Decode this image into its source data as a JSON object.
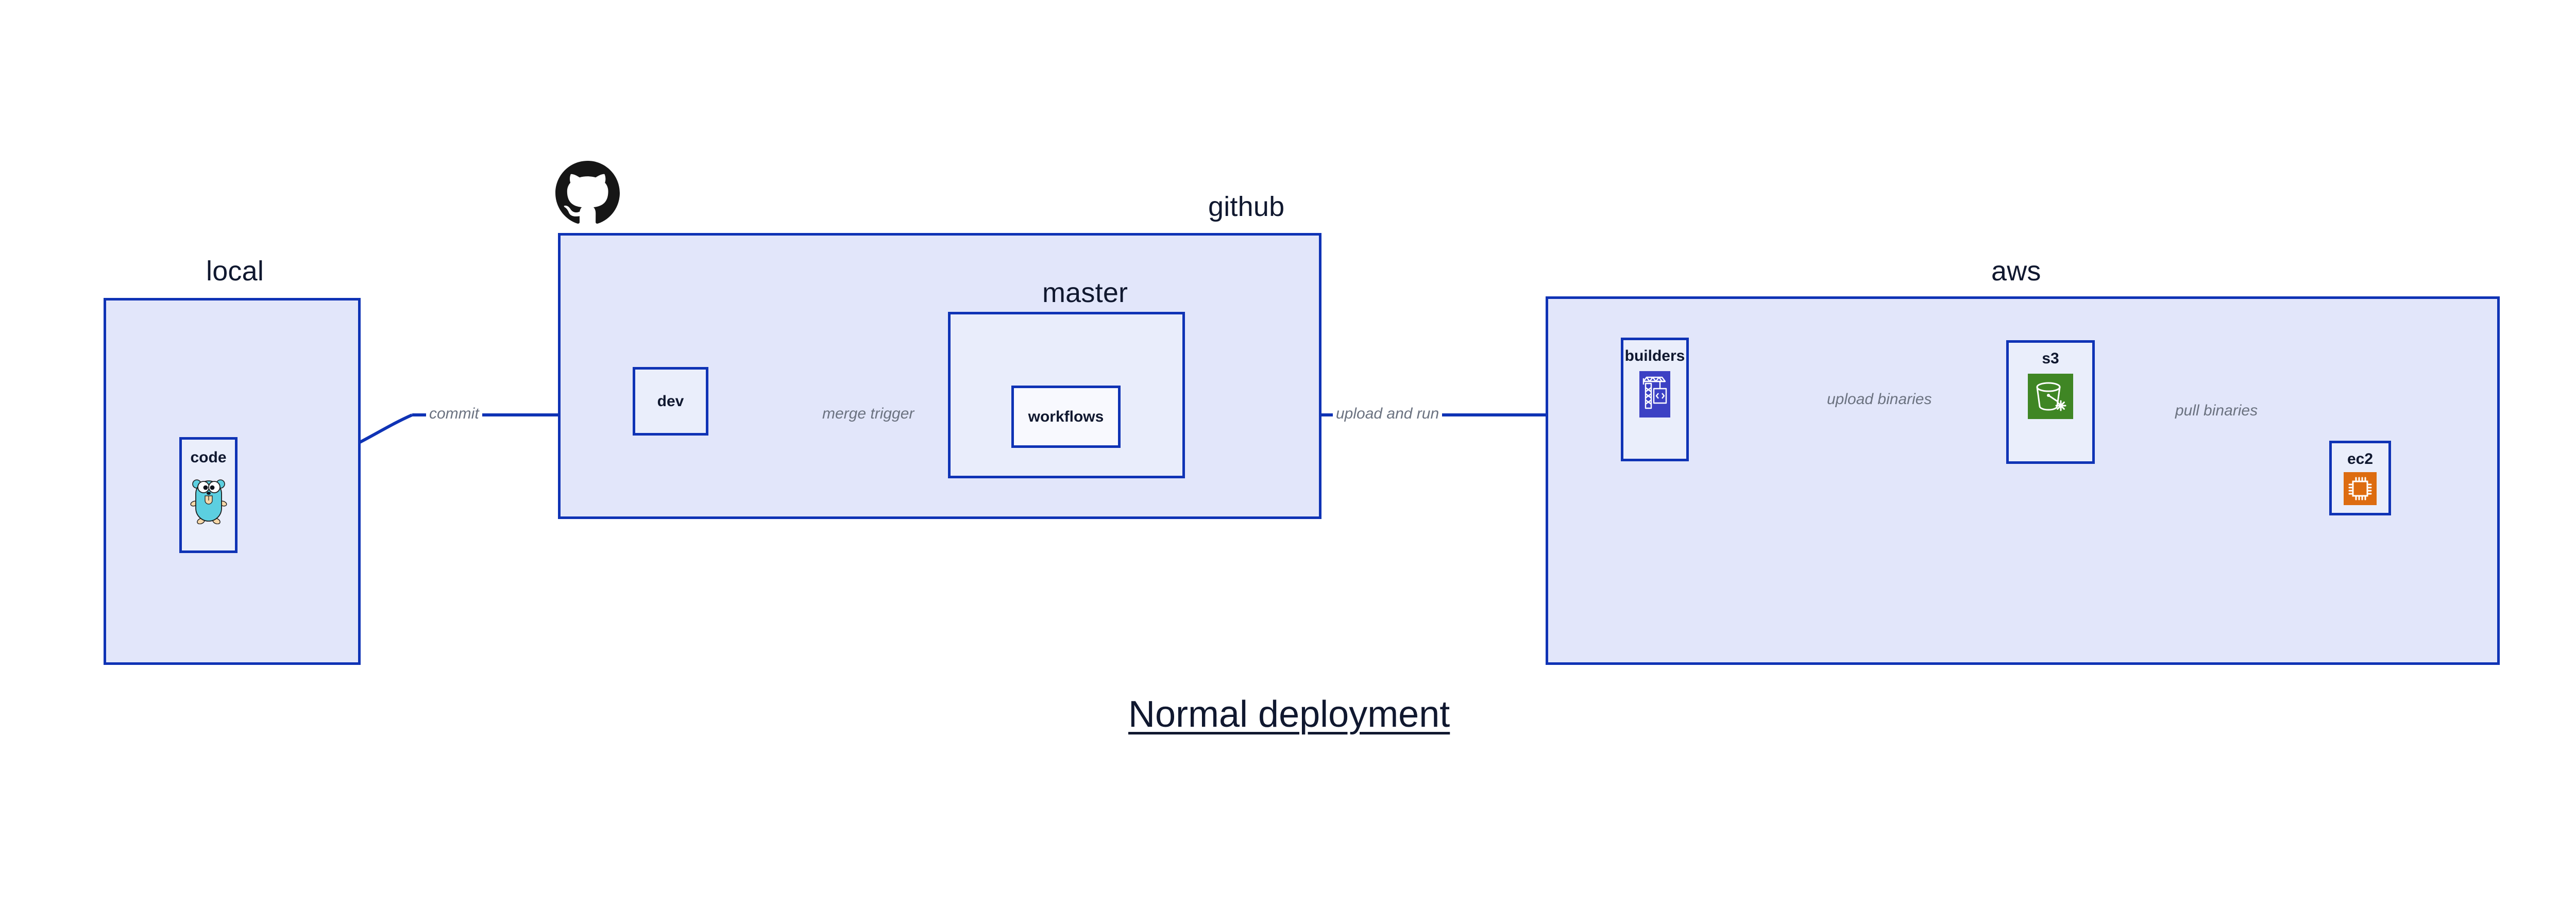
{
  "diagram": {
    "title": "Normal deployment",
    "background": "#ffffff",
    "accent_border": "#0f33b5",
    "group_fill": "#e2e6fa",
    "node_fill": "#eaeefb",
    "label_color": "#6b7280",
    "text_color": "#10182f"
  },
  "groups": {
    "local": {
      "label": "local"
    },
    "github": {
      "label": "github"
    },
    "master": {
      "label": "master"
    },
    "aws": {
      "label": "aws"
    }
  },
  "nodes": {
    "code": {
      "label": "code",
      "icon": "golang-gopher-icon"
    },
    "dev": {
      "label": "dev",
      "icon": null
    },
    "workflows": {
      "label": "workflows",
      "icon": null
    },
    "builders": {
      "label": "builders",
      "icon": "aws-codebuild-crane-icon",
      "icon_color": "#3c41c4"
    },
    "s3": {
      "label": "s3",
      "icon": "aws-s3-bucket-icon",
      "icon_color": "#3f8624"
    },
    "ec2": {
      "label": "ec2",
      "icon": "aws-ec2-chip-icon",
      "icon_color": "#dd6c10"
    }
  },
  "edges": [
    {
      "id": "code-to-dev",
      "label": "commit",
      "from": "code",
      "to": "dev"
    },
    {
      "id": "dev-to-workflows",
      "label": "merge trigger",
      "from": "dev",
      "to": "workflows"
    },
    {
      "id": "workflows-to-builders",
      "label": "upload and run",
      "from": "workflows",
      "to": "builders"
    },
    {
      "id": "builders-to-s3",
      "label": "upload binaries",
      "from": "builders",
      "to": "s3"
    },
    {
      "id": "s3-to-ec2",
      "label": "pull binaries",
      "from": "s3",
      "to": "ec2"
    }
  ],
  "branding": {
    "github_logo": "github-octocat-icon"
  }
}
